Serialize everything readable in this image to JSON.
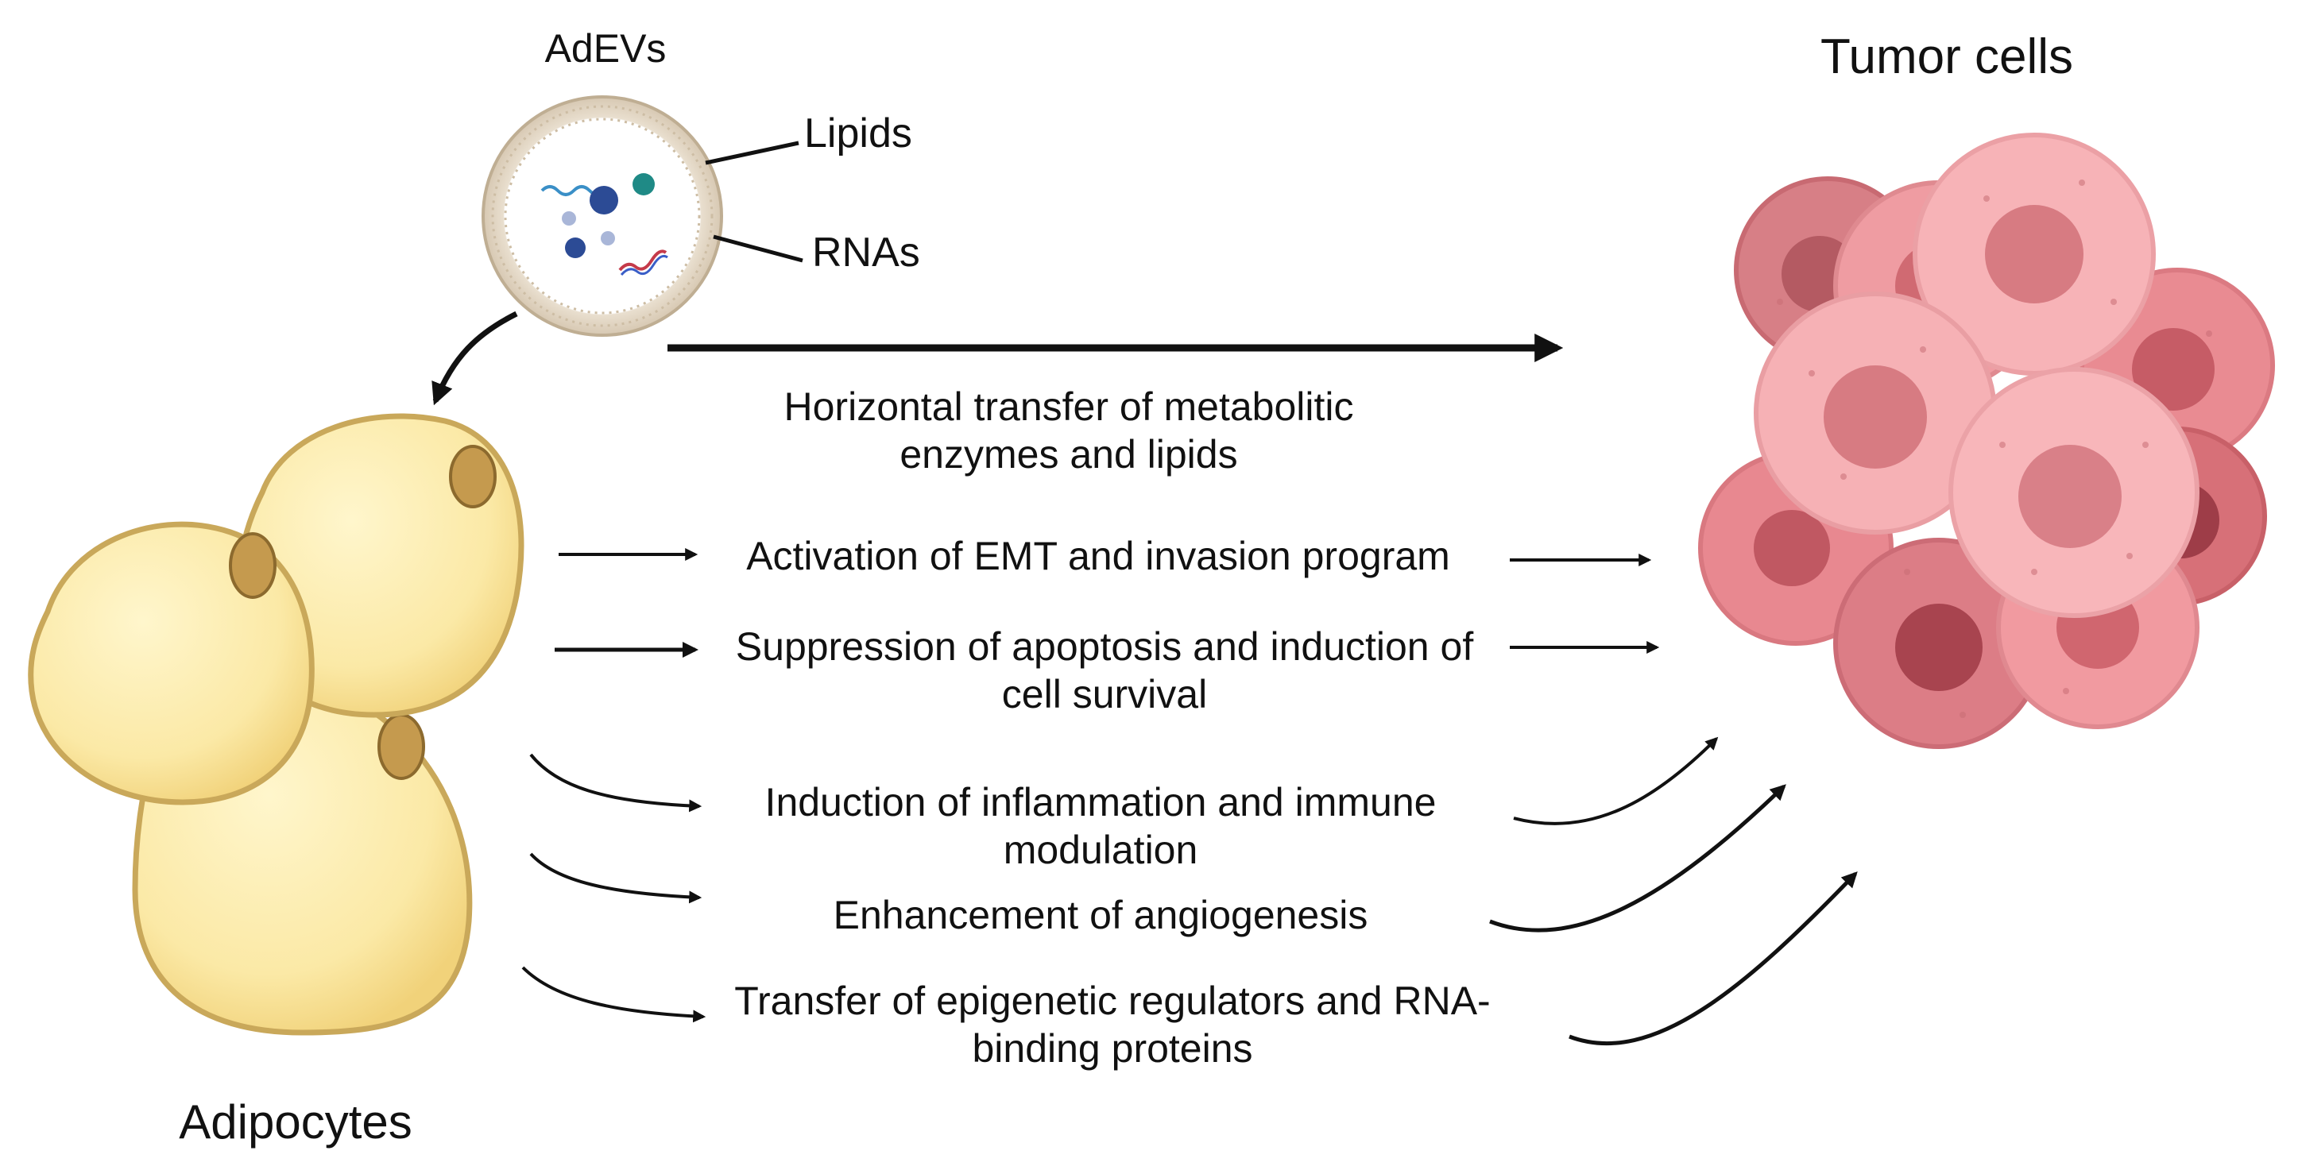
{
  "labels": {
    "adevs": "AdEVs",
    "tumor_cells": "Tumor cells",
    "adipocytes": "Adipocytes",
    "lipids": "Lipids",
    "rnas": "RNAs"
  },
  "mechanisms": [
    {
      "line1": "Horizontal transfer of metabolitic",
      "line2": "enzymes and lipids"
    },
    {
      "line1": "Activation of EMT and invasion program",
      "line2": ""
    },
    {
      "line1": "Suppression of apoptosis and induction of",
      "line2": "cell survival"
    },
    {
      "line1": "Induction of inflammation and immune",
      "line2": "modulation"
    },
    {
      "line1": "Enhancement of angiogenesis",
      "line2": ""
    },
    {
      "line1": "Transfer of epigenetic regulators and RNA-",
      "line2": "binding proteins"
    }
  ],
  "colors": {
    "adipocyte_fill": "#fbe9a6",
    "adipocyte_outline": "#c9a85a",
    "tumor_light": "#f3a8ad",
    "tumor_mid": "#df8a90",
    "tumor_dark": "#b45a62",
    "arrow": "#111111"
  }
}
